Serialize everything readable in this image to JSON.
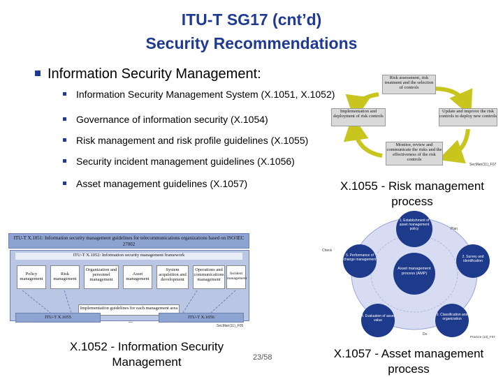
{
  "title": {
    "line1": "ITU-T SG17 (cnt’d)",
    "line2": "Security Recommendations"
  },
  "main_bullet": "Information Security Management:",
  "sub_bullets": [
    "Information Security Management System (X.1051, X.1052)",
    "Governance of information security (X.1054)",
    "Risk management and risk profile guidelines (X.1055)",
    "Security incident management guidelines (X.1056)",
    "Asset management guidelines (X.1057)"
  ],
  "risk_diagram": {
    "boxes": {
      "top": "Risk assessment, risk treatment and the selection of controls",
      "left": "Implementation and deployment of risk controls",
      "right": "Update and improve the risk controls to deploy new controls",
      "bottom": "Monitor, review and communicate the risks and the effectiveness of the risk controls"
    },
    "ref": "SecMan(11)_F07"
  },
  "x1055_caption": {
    "line1": "X.1055 - Risk management",
    "line2": "process"
  },
  "x1052_diagram": {
    "header": "ITU-T X.1051: Information security management guidelines for telecommunications organizations based on ISO/IEC 27002",
    "framework": "ITU-T X.1052: Information security management framework",
    "boxes": [
      "Policy management",
      "Risk management",
      "Organization and personnel management",
      "Asset management",
      "System acquisition and development",
      "Operations and communications management",
      "Incident management"
    ],
    "implementation": "Implementation guidelines for each management area",
    "left_ref": "ITU-T X.1055",
    "right_ref": "ITU-T X.1056",
    "dots": "...",
    "ref": "SecMan(11)_F05"
  },
  "x1052_caption": {
    "line1": "X.1052 - Information Security",
    "line2": "Management"
  },
  "page_number": "23/58",
  "x1057_diagram": {
    "center": "Asset management process (AMP)",
    "nodes": [
      "1. Establishment of asset management policy",
      "2. Survey and identification",
      "3. Classification and organization",
      "4. Evaluation of asset value",
      "5. Performance of change management"
    ],
    "labels": {
      "plan": "Plan",
      "check": "Check",
      "do": "Do"
    },
    "ref": "Practice (13)_F07"
  },
  "x1057_caption": {
    "line1": "X.1057 - Asset management",
    "line2": "process"
  },
  "colors": {
    "title": "#1f3a93",
    "bullet": "#1f3a93",
    "arrow": "#c8c51f",
    "x1052_frame": "#6d7fb1"
  }
}
